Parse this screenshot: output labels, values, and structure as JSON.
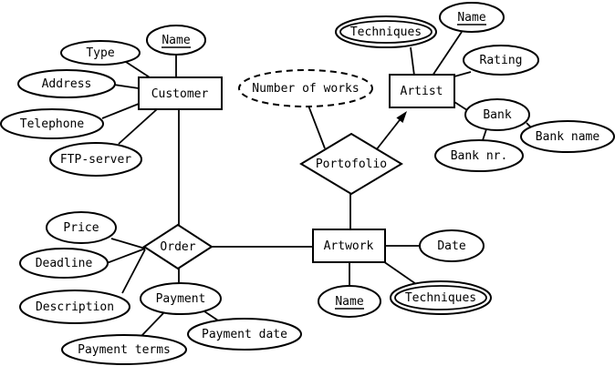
{
  "diagram": {
    "type": "entity-relationship",
    "background_color": "#ffffff",
    "line_color": "#000000",
    "entities": {
      "customer": {
        "label": "Customer"
      },
      "artist": {
        "label": "Artist"
      },
      "artwork": {
        "label": "Artwork"
      }
    },
    "relationships": {
      "order": {
        "label": "Order"
      },
      "portofolio": {
        "label": "Portofolio"
      }
    },
    "attributes": {
      "customer_name": {
        "label": "Name",
        "key": true
      },
      "customer_type": {
        "label": "Type"
      },
      "customer_address": {
        "label": "Address"
      },
      "customer_telephone": {
        "label": "Telephone"
      },
      "customer_ftp_server": {
        "label": "FTP-server"
      },
      "portofolio_number_of_works": {
        "label": "Number of works",
        "derived": true
      },
      "artist_techniques": {
        "label": "Techniques",
        "multivalued": true
      },
      "artist_name": {
        "label": "Name",
        "key": true
      },
      "artist_rating": {
        "label": "Rating"
      },
      "artist_bank": {
        "label": "Bank"
      },
      "bank_name": {
        "label": "Bank name"
      },
      "bank_nr": {
        "label": "Bank nr."
      },
      "order_price": {
        "label": "Price"
      },
      "order_deadline": {
        "label": "Deadline"
      },
      "order_description": {
        "label": "Description"
      },
      "order_payment": {
        "label": "Payment"
      },
      "payment_terms": {
        "label": "Payment terms"
      },
      "payment_date": {
        "label": "Payment date"
      },
      "artwork_date": {
        "label": "Date"
      },
      "artwork_name": {
        "label": "Name",
        "key": true
      },
      "artwork_techniques": {
        "label": "Techniques",
        "multivalued": true
      }
    }
  }
}
